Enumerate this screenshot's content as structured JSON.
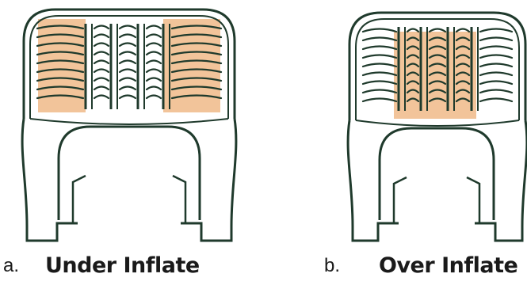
{
  "figure": {
    "panels": [
      {
        "letter": "a.",
        "title": "Under Inflate",
        "worn_region": "shoulders"
      },
      {
        "letter": "b.",
        "title": "Over Inflate",
        "worn_region": "center"
      }
    ],
    "colors": {
      "wear": "#f2c49a",
      "line": "#1f3a2c",
      "background": "#ffffff"
    }
  }
}
